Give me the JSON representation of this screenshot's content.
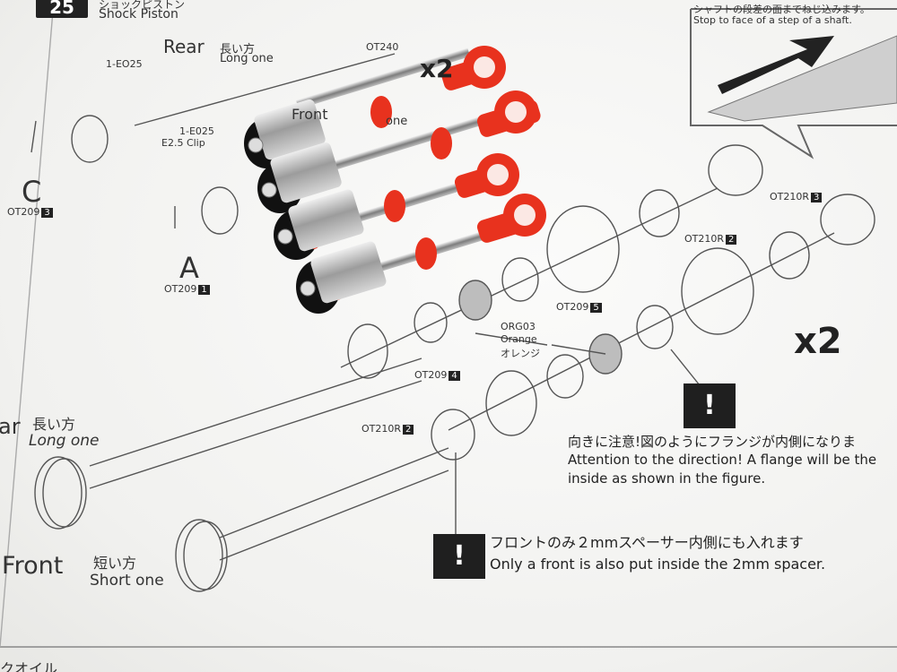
{
  "header": {
    "step": "25",
    "title_jp": "ショックピストン",
    "title_en": "Shock Piston"
  },
  "callout": {
    "jp": "シャフトの段差の面までねじ込みます。",
    "en": "Stop to face of a step of a shaft."
  },
  "labels": {
    "rear": "Rear",
    "rear_partial": "ar",
    "long_jp": "長い方",
    "long_en": "Long one",
    "ot240": "OT240",
    "e025": "1-EO25",
    "e025_mid": "1-E025",
    "e25clip": "E2.5 Clip",
    "front_top": "Front",
    "one_top": "one",
    "front": "Front",
    "short_jp": "短い方",
    "short_en": "Short one",
    "x2": "x2",
    "c": "C",
    "a": "A",
    "ot209": "OT209",
    "ot210r": "OT210R",
    "tag1": "1",
    "tag2": "2",
    "tag3": "3",
    "tag4": "4",
    "tag5": "5",
    "org03": "ORG03",
    "orange_en": "Orange",
    "orange_jp": "オレンジ"
  },
  "notes": {
    "alert_glyph": "!",
    "direction_jp": "向きに注意!図のようにフランジが内側になりま",
    "direction_en1": "Attention to the direction! A flange will be the",
    "direction_en2": "inside as shown in the figure.",
    "spacer_jp": "フロントのみ２mmスペーサー内側にも入れます",
    "spacer_en": "Only a front is also put inside the 2mm spacer."
  },
  "footer": {
    "next_jp": "クオイル"
  },
  "colors": {
    "rod_end_red": "#e8321e",
    "anodized_black": "#111111",
    "alert_bg": "#1f1f1f"
  }
}
